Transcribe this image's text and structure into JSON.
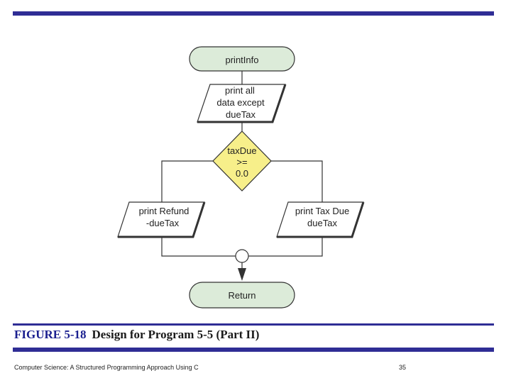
{
  "colors": {
    "rule": "#2f2d95",
    "terminal_fill": "#dcebd9",
    "decision_fill": "#f7ef8a",
    "io_fill": "#ffffff",
    "stroke": "#333333"
  },
  "flowchart": {
    "start_terminal": "printInfo",
    "print_all": [
      "print all",
      "data except",
      "dueTax"
    ],
    "decision": [
      "taxDue",
      ">=",
      "0.0"
    ],
    "false_branch": [
      "print Refund",
      "-dueTax"
    ],
    "true_branch": [
      "print Tax Due",
      "dueTax"
    ],
    "end_terminal": "Return"
  },
  "caption": {
    "number": "FIGURE 5-18",
    "text": "Design for Program 5-5 (Part II)"
  },
  "footer": {
    "source": "Computer Science: A Structured Programming Approach Using C",
    "page": "35"
  }
}
